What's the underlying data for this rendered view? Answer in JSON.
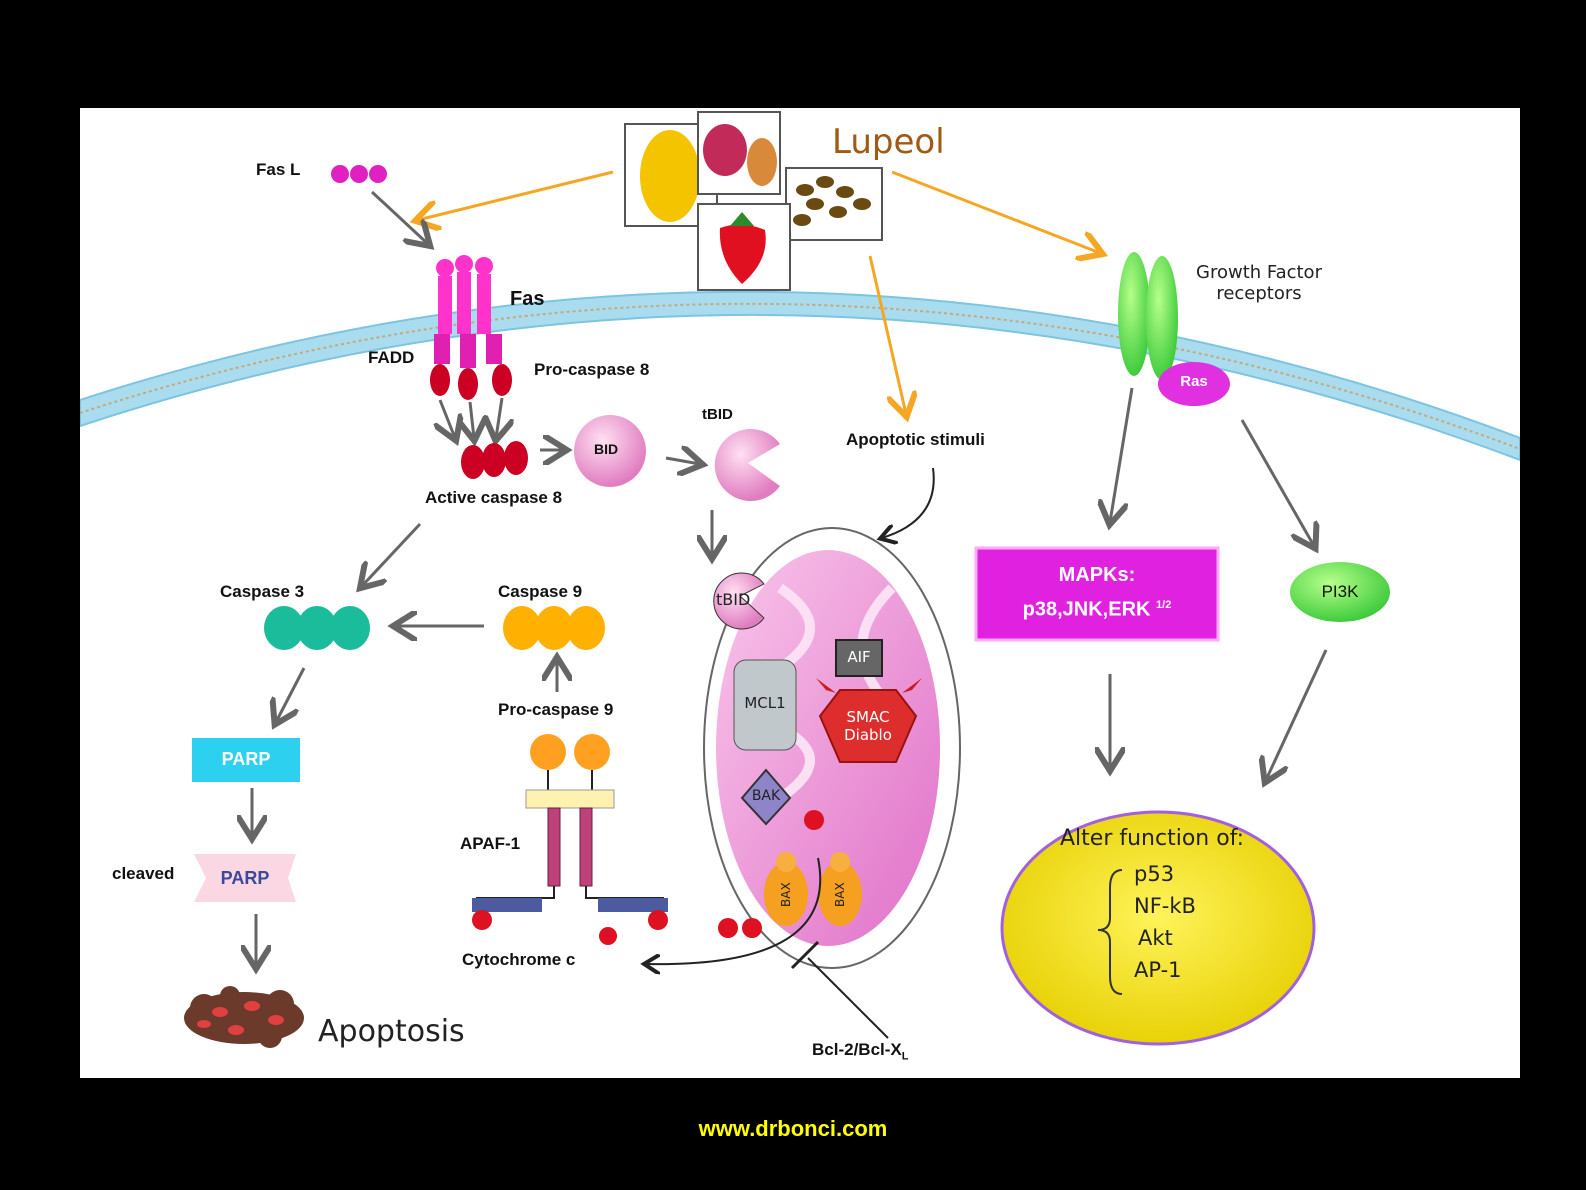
{
  "title": "Lupeol",
  "labels": {
    "fas_l": "Fas L",
    "fas": "Fas",
    "fadd": "FADD",
    "pro_caspase_8": "Pro-caspase 8",
    "active_caspase_8": "Active caspase 8",
    "bid": "BID",
    "tbid_top": "tBID",
    "tbid_mito": "tBID",
    "apoptotic_stimuli": "Apoptotic stimuli",
    "caspase_3": "Caspase 3",
    "caspase_9": "Caspase 9",
    "pro_caspase_9": "Pro-caspase 9",
    "parp": "PARP",
    "cleaved": "cleaved",
    "parp_cleaved": "PARP",
    "apaf1": "APAF-1",
    "cytochrome_c": "Cytochrome c",
    "apoptosis": "Apoptosis",
    "bcl2": "Bcl-2/Bcl-X",
    "bcl2_sub": "L",
    "growth_factor_1": "Growth Factor",
    "growth_factor_2": "receptors",
    "ras": "Ras",
    "mapks_1": "MAPKs:",
    "mapks_2": "p38,JNK,ERK",
    "mapks_sup": "1/2",
    "pi3k": "PI3K",
    "alter_title": "Alter function of:",
    "alter_items": [
      "p53",
      "NF-kB",
      "Akt",
      "AP-1"
    ]
  },
  "mito": {
    "mcl1": "MCL1",
    "aif": "AIF",
    "smac_1": "SMAC",
    "smac_2": "Diablo",
    "bak": "BAK",
    "bax_1": "BAX",
    "bax_2": "BAX"
  },
  "footer": "www.drbonci.com",
  "colors": {
    "membrane": "#a9dcef",
    "fas": "#ff33cc",
    "caspase8": "#cc0022",
    "caspase3": "#1abc9c",
    "caspase9": "#ffb000",
    "mapk_box": "#e022e0",
    "pi3k": "#44dd44",
    "alter_fill": "#f5e50a",
    "arrow_orange": "#f5a623",
    "footer": "#ffff00"
  }
}
